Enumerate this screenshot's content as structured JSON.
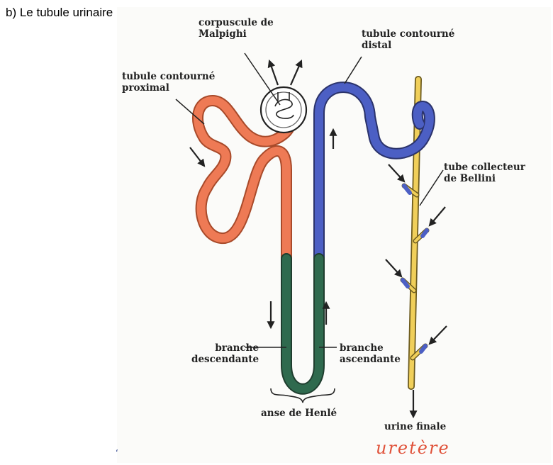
{
  "heading": "b) Le tubule urinaire",
  "labels": {
    "corpuscule": [
      "corpuscule de",
      "Malpighi"
    ],
    "proximal": [
      "tubule contourné",
      "proximal"
    ],
    "distal": [
      "tubule contourné",
      "distal"
    ],
    "collecteur": [
      "tube collecteur",
      "de Bellini"
    ],
    "descendante": [
      "branche",
      "descendante"
    ],
    "ascendante": [
      "branche",
      "ascendante"
    ],
    "anse": "anse de Henlé",
    "urine": "urine finale"
  },
  "handwritten": "uretère",
  "colors": {
    "proximal": "#ee7a55",
    "distal": "#4c5fc4",
    "henle": "#2f6a4e",
    "collecteur": "#f0cf5a",
    "ink": "#222222"
  }
}
